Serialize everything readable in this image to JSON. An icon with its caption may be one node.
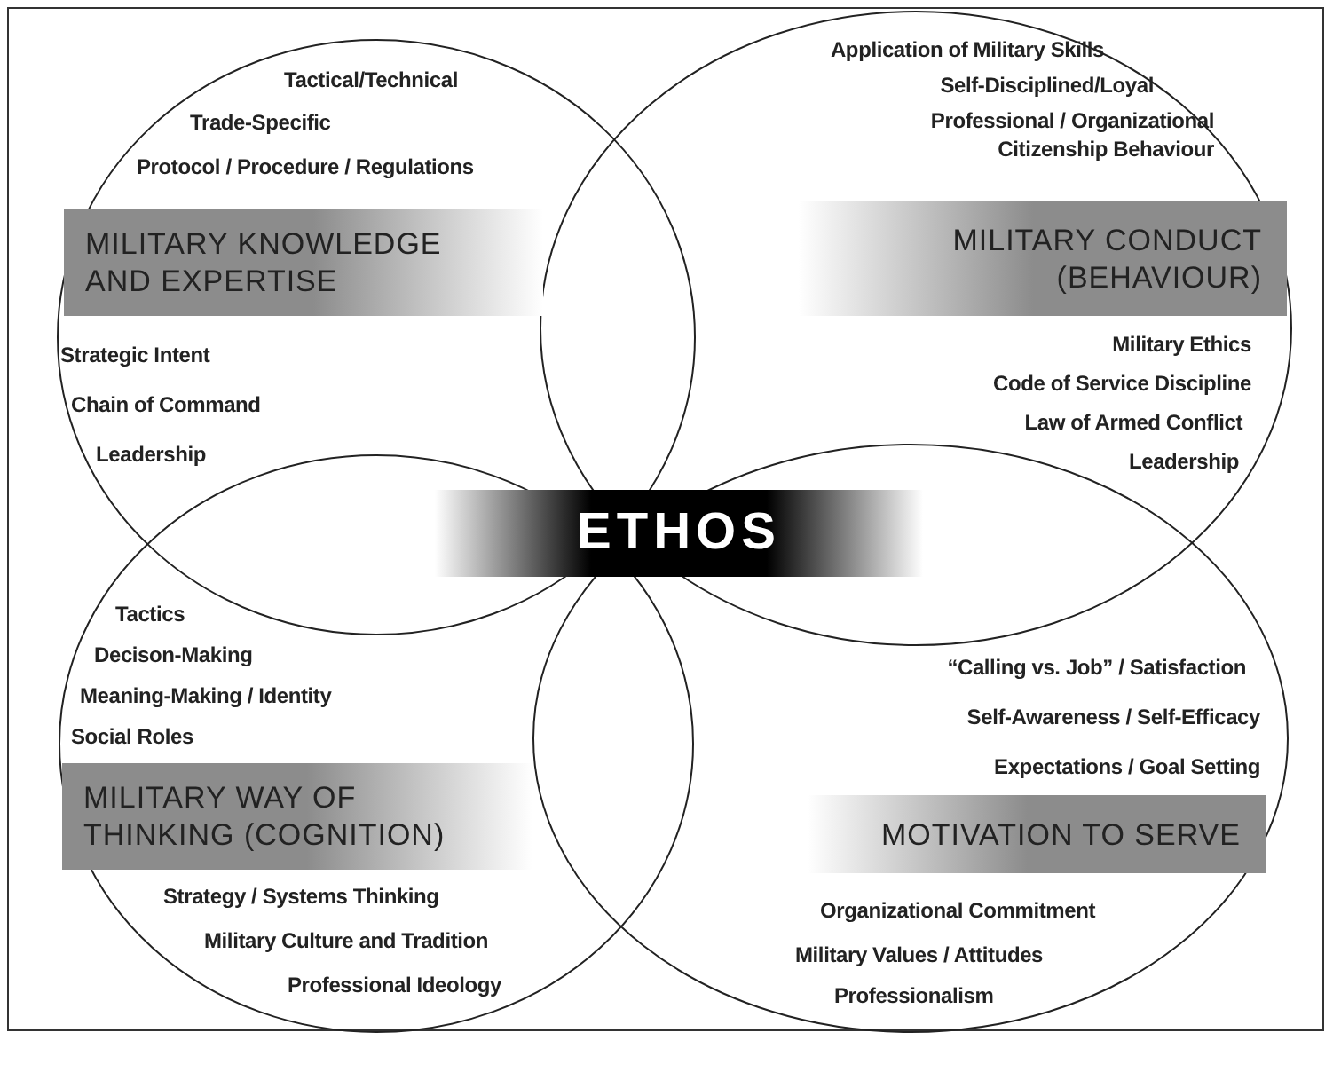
{
  "diagram": {
    "nodes": [
      {
        "text": [
          "Tactical/Technical",
          "Trade-Specific",
          "Protocol / Procedure / Regulations",
          "MILITARY KNOWLEDGE AND EXPERTISE",
          "Strategic Intent",
          "Chain of Command",
          "Leadership"
        ]
      },
      {
        "text": [
          "Application of Military Skills",
          "Self-Disciplined/Loyal",
          "Professional / Organizational Citizenship Behaviour",
          "MILITARY CONDUCT (BEHAVIOUR)",
          "Military Ethics",
          "Code of Service Discipline",
          "Law of Armed Conflict",
          "Leadership"
        ]
      },
      {
        "text": [
          "ETHOS"
        ]
      },
      {
        "text": [
          "Tactics",
          "Decison-Making",
          "Meaning-Making / Identity",
          "Social Roles",
          "MILITARY WAY OF THINKING (COGNITION)",
          "Strategy / Systems Thinking",
          "Military Culture and Tradition",
          "Professional Ideology"
        ]
      },
      {
        "text": [
          "“Calling vs. Job” / Satisfaction",
          "Self-Awareness / Self-Efficacy",
          "Expectations / Goal Setting",
          "MOTIVATION TO SERVE",
          "Organizational Commitment",
          "Military Values / Attitudes",
          "Professionalism"
        ]
      }
    ],
    "edges": []
  }
}
